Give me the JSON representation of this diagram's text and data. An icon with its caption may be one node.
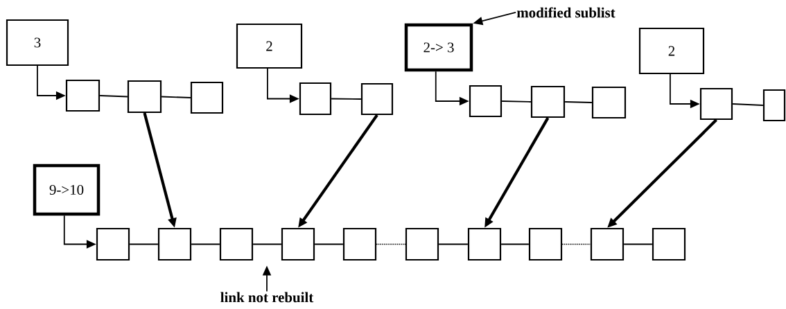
{
  "diagram": {
    "nodes": [
      {
        "text": [
          "3"
        ]
      },
      {
        "text": [],
        "shape": "box"
      },
      {
        "text": [],
        "shape": "box"
      },
      {
        "text": [],
        "shape": "box"
      },
      {
        "text": [
          "2"
        ]
      },
      {
        "text": [],
        "shape": "box"
      },
      {
        "text": [],
        "shape": "box"
      },
      {
        "text": [
          "modified sublist"
        ]
      },
      {
        "text": [
          "2-> 3"
        ]
      },
      {
        "text": [],
        "shape": "box"
      },
      {
        "text": [],
        "shape": "box"
      },
      {
        "text": [],
        "shape": "box"
      },
      {
        "text": [
          "2"
        ]
      },
      {
        "text": [],
        "shape": "box"
      },
      {
        "text": [],
        "shape": "box"
      },
      {
        "text": [
          "9->10"
        ]
      },
      {
        "text": [],
        "shape": "box"
      },
      {
        "text": [],
        "shape": "box"
      },
      {
        "text": [],
        "shape": "box"
      },
      {
        "text": [],
        "shape": "box"
      },
      {
        "text": [],
        "shape": "box"
      },
      {
        "text": [],
        "shape": "box"
      },
      {
        "text": [],
        "shape": "box"
      },
      {
        "text": [],
        "shape": "box"
      },
      {
        "text": [],
        "shape": "box"
      },
      {
        "text": [],
        "shape": "box"
      },
      {
        "text": [
          "link not rebuilt"
        ]
      }
    ],
    "edges": [
      {
        "from": 0,
        "to": 1,
        "arrow": "to"
      },
      {
        "from": 1,
        "to": 2,
        "arrow": "none"
      },
      {
        "from": 2,
        "to": 3,
        "arrow": "none"
      },
      {
        "from": 4,
        "to": 5,
        "arrow": "to"
      },
      {
        "from": 5,
        "to": 6,
        "arrow": "none"
      },
      {
        "from": 7,
        "to": 8,
        "arrow": "to"
      },
      {
        "from": 8,
        "to": 9,
        "arrow": "to"
      },
      {
        "from": 9,
        "to": 10,
        "arrow": "none"
      },
      {
        "from": 10,
        "to": 11,
        "arrow": "none"
      },
      {
        "from": 12,
        "to": 13,
        "arrow": "to"
      },
      {
        "from": 13,
        "to": 14,
        "arrow": "none"
      },
      {
        "from": 15,
        "to": 16,
        "arrow": "to"
      },
      {
        "from": 16,
        "to": 17,
        "arrow": "none"
      },
      {
        "from": 17,
        "to": 18,
        "arrow": "none"
      },
      {
        "from": 18,
        "to": 19,
        "arrow": "none"
      },
      {
        "from": 19,
        "to": 20,
        "arrow": "none"
      },
      {
        "from": 20,
        "to": 21,
        "arrow": "none",
        "style": "dashed"
      },
      {
        "from": 21,
        "to": 22,
        "arrow": "none"
      },
      {
        "from": 22,
        "to": 23,
        "arrow": "none"
      },
      {
        "from": 23,
        "to": 24,
        "arrow": "none",
        "style": "dashed"
      },
      {
        "from": 24,
        "to": 25,
        "arrow": "none"
      },
      {
        "from": 2,
        "to": 17,
        "arrow": "to",
        "style": "thick"
      },
      {
        "from": 6,
        "to": 19,
        "arrow": "to",
        "style": "thick"
      },
      {
        "from": 10,
        "to": 22,
        "arrow": "to",
        "style": "thick"
      },
      {
        "from": 13,
        "to": 24,
        "arrow": "to",
        "style": "thick"
      },
      {
        "from": 26,
        "to": null,
        "arrow": "to"
      }
    ]
  }
}
